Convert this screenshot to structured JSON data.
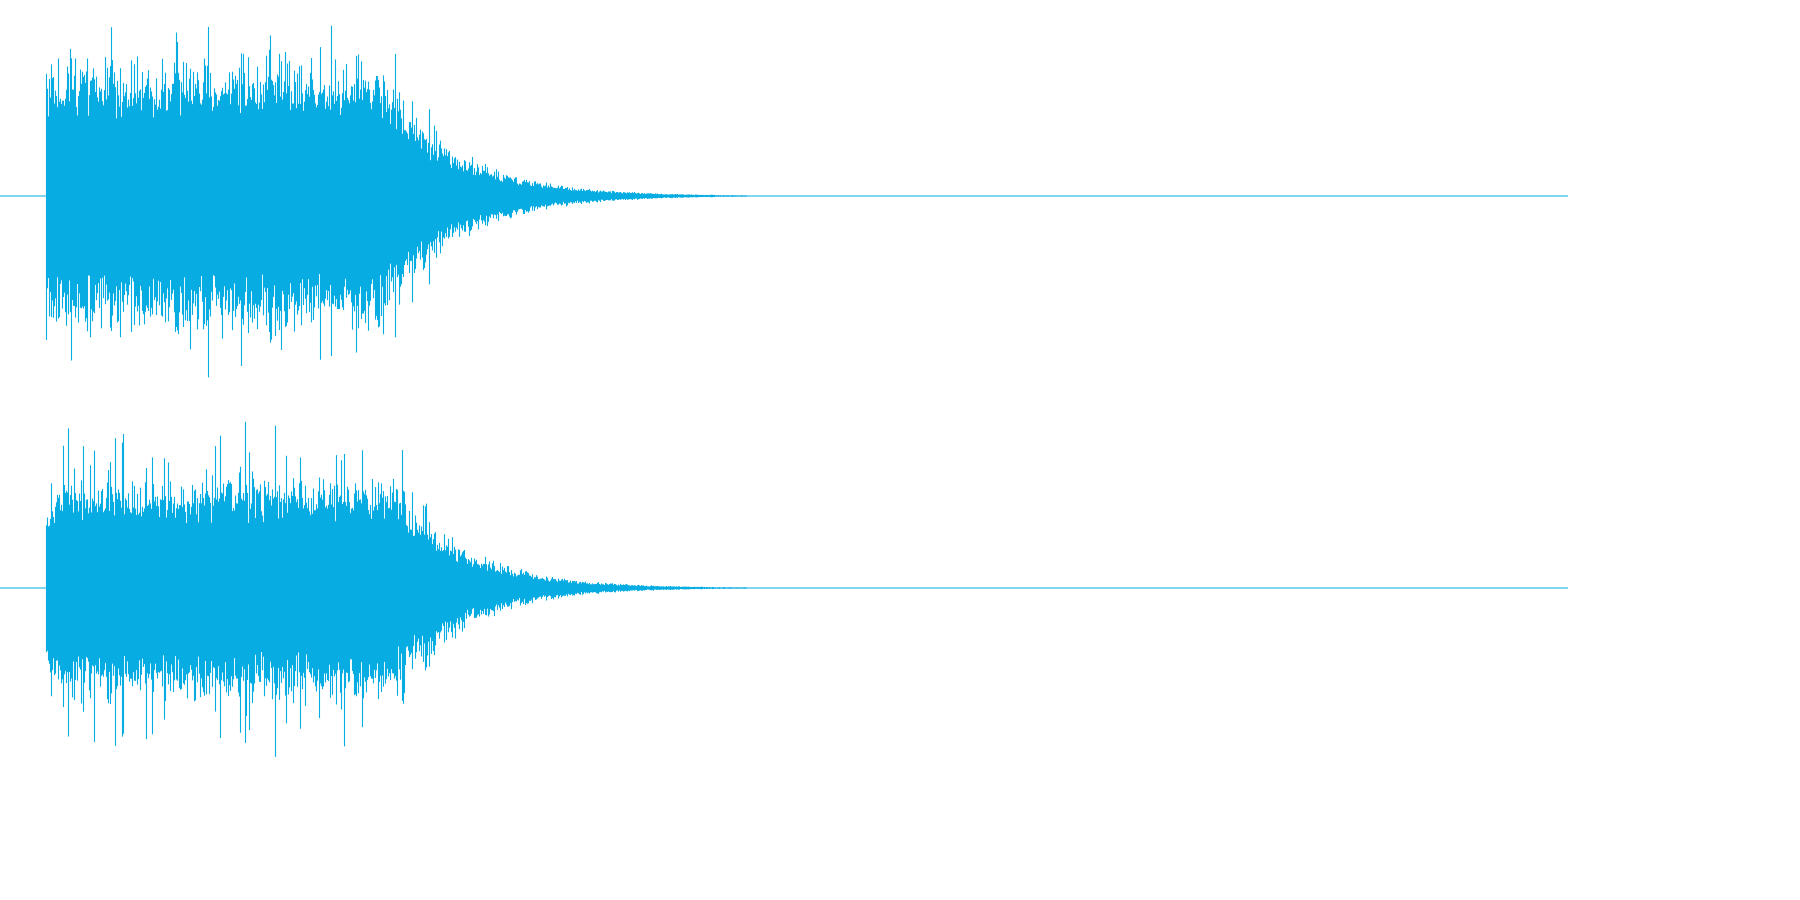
{
  "waveform": {
    "color": "#06ACE2",
    "background": "#FFFFFF",
    "channels": [
      {
        "name": "",
        "envelope": {
          "attack_peak": 0.98,
          "sustain_level": 0.72,
          "burst_peaks": [
            0.82,
            0.94,
            0.88,
            0.96,
            0.9,
            0.85
          ],
          "decay_end_fraction": 0.46,
          "sustain_end_fraction": 0.22
        }
      },
      {
        "name": "",
        "envelope": {
          "attack_peak": 0.88,
          "sustain_level": 0.6,
          "burst_peaks": [
            0.8,
            0.92,
            0.78,
            0.95,
            0.82,
            0.72
          ],
          "decay_end_fraction": 0.46,
          "sustain_end_fraction": 0.23
        }
      }
    ]
  }
}
